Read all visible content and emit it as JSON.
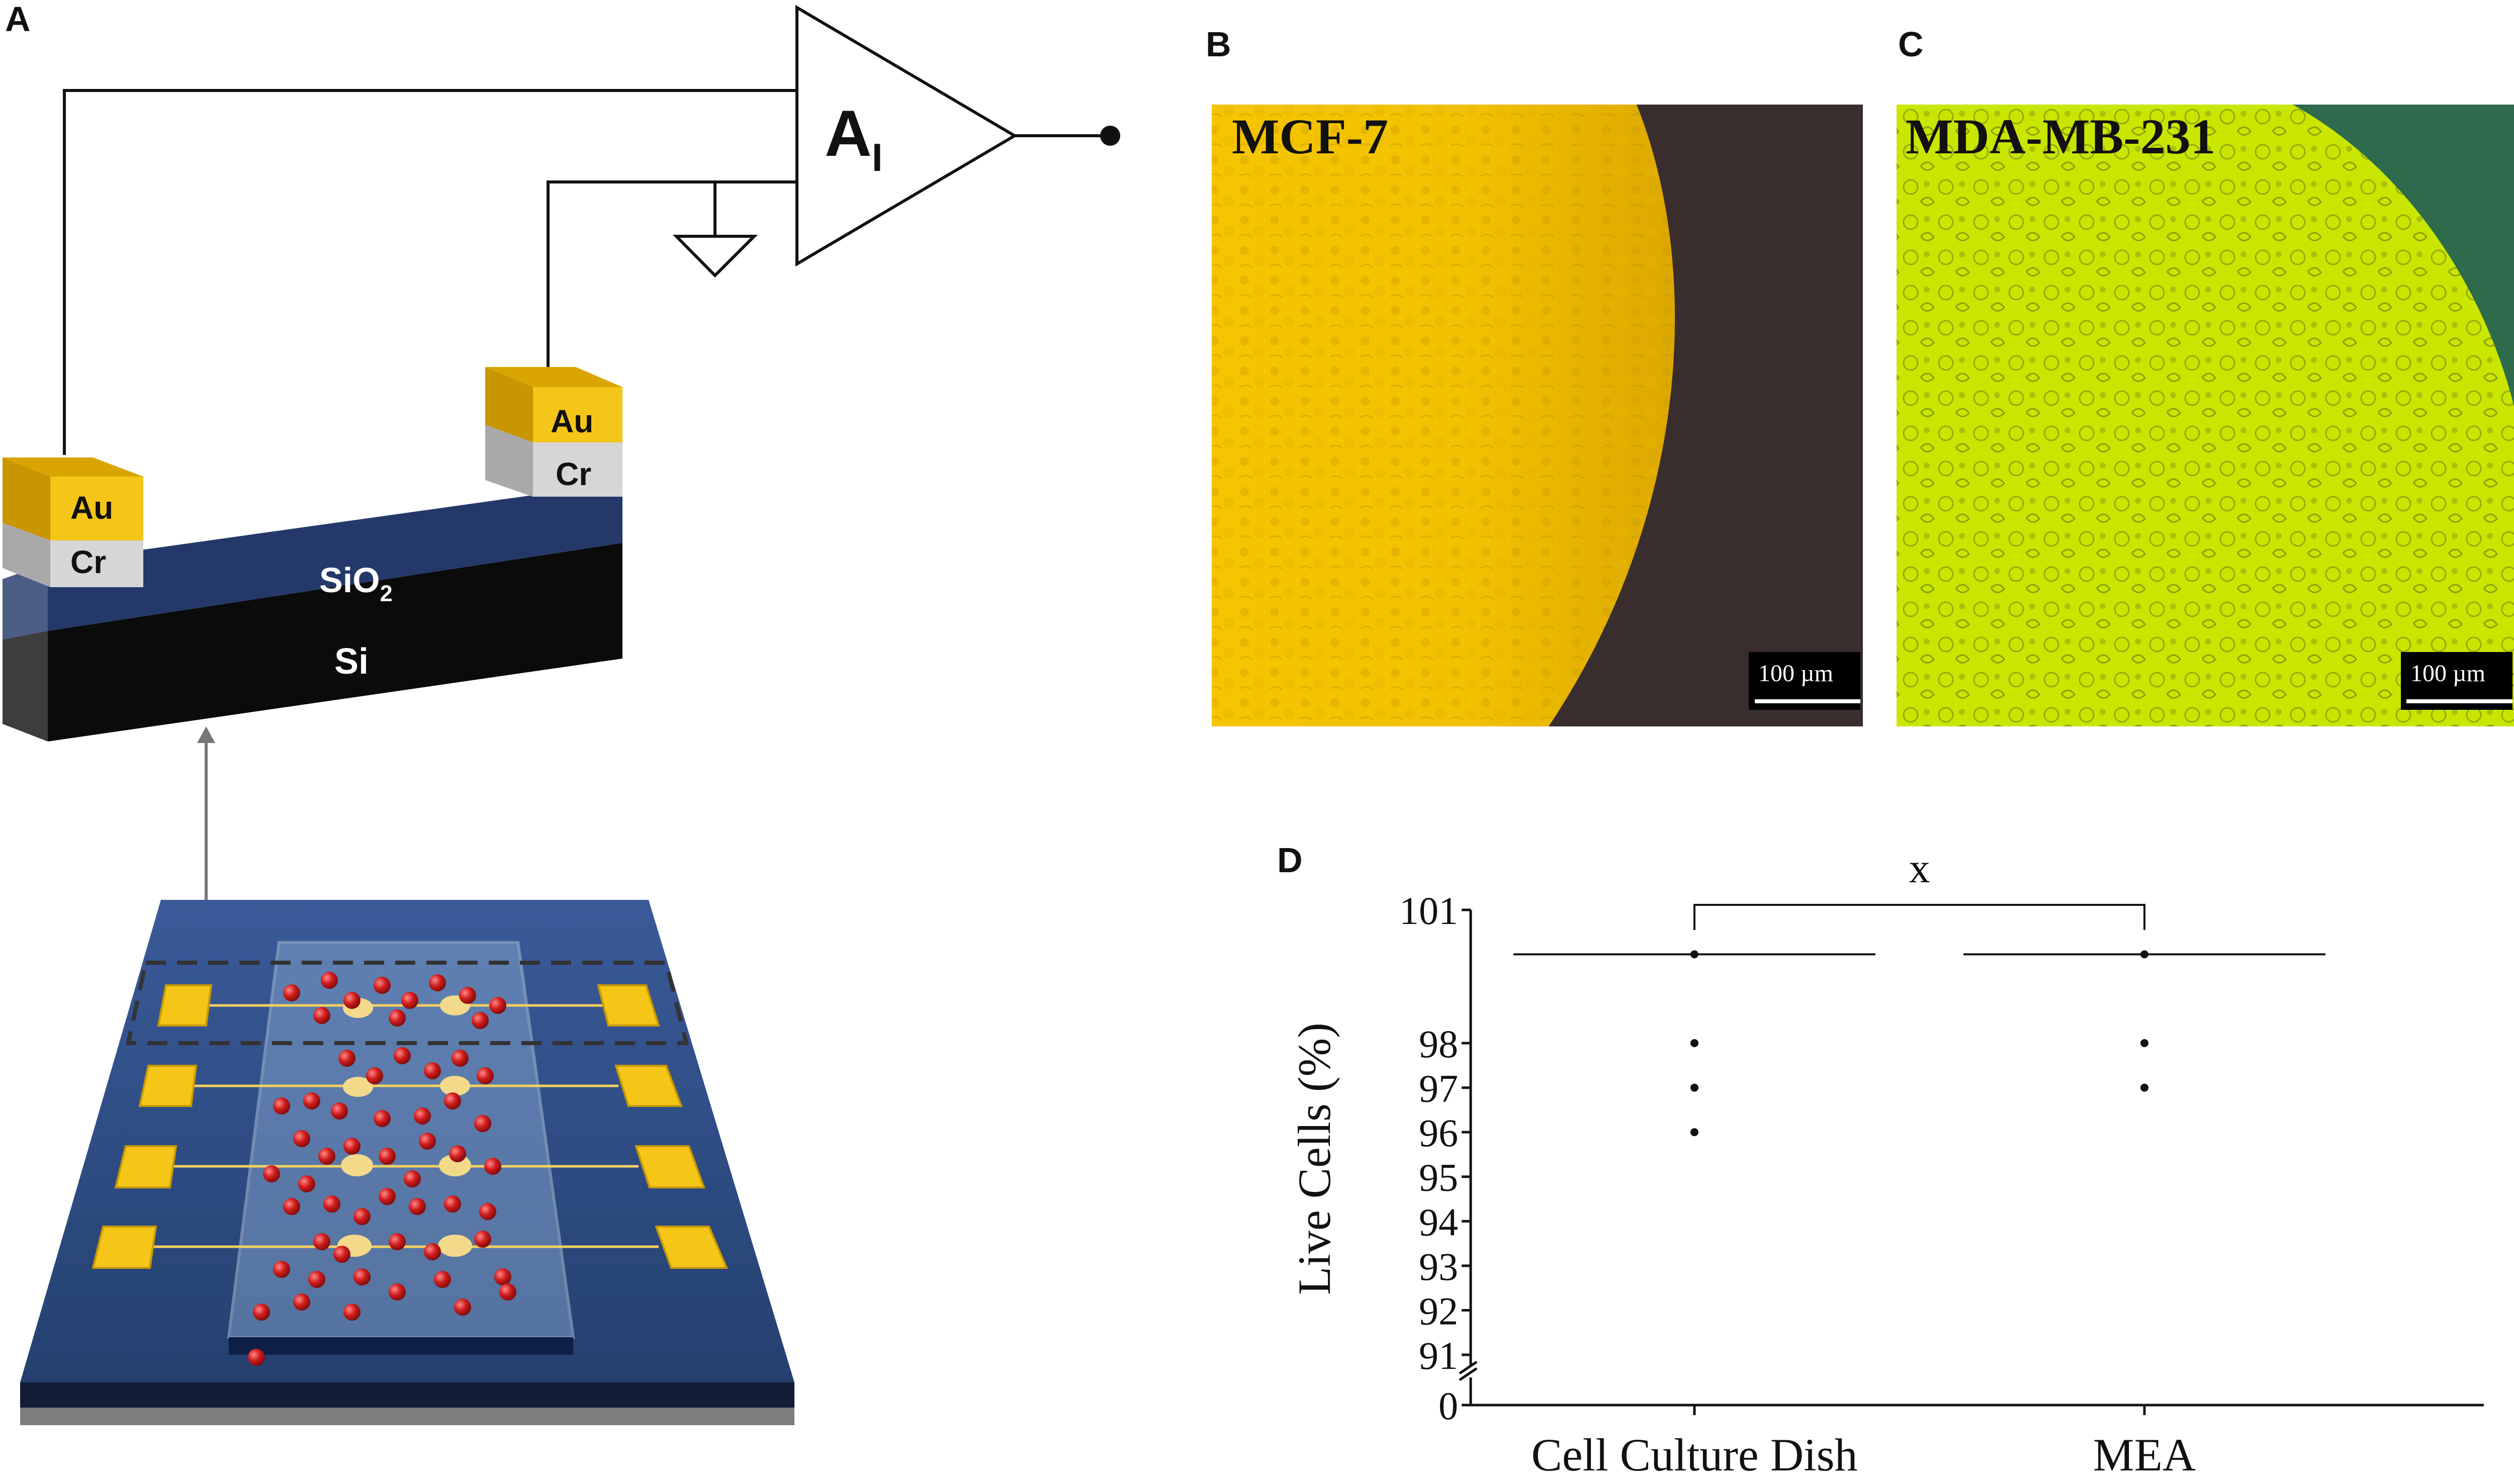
{
  "panels": {
    "a": {
      "label": "A",
      "amp_label": "A",
      "amp_sub": "I",
      "left_pad": {
        "top": "Au",
        "bottom": "Cr"
      },
      "right_pad": {
        "top": "Au",
        "bottom": "Cr"
      },
      "layer_oxide": "SiO",
      "layer_oxide_sub": "2",
      "layer_substrate": "Si"
    },
    "b": {
      "label": "B",
      "title": "MCF-7",
      "scale_bar": "100 µm"
    },
    "c": {
      "label": "C",
      "title": "MDA-MB-231",
      "scale_bar": "100 µm"
    },
    "d": {
      "label": "D"
    }
  },
  "colors": {
    "gold": "#f5c518",
    "gold_dark": "#c79a00",
    "chrome": "#d6d6d6",
    "oxide": "#1f3463",
    "silicon": "#0b0b0b",
    "chip": "#30508f",
    "cell": "#c41b1b",
    "mcf7": "#f3c300",
    "mda": "#c8e600"
  },
  "chart_data": {
    "type": "scatter",
    "ylabel": "Live Cells (%)",
    "categories": [
      "Cell Culture Dish",
      "MEA"
    ],
    "yticks": [
      0,
      91,
      92,
      93,
      94,
      95,
      96,
      97,
      98,
      101
    ],
    "axis_break": true,
    "significance_label": "x",
    "series": [
      {
        "category": "Cell Culture Dish",
        "values": [
          100,
          98,
          97,
          96
        ],
        "mean": 100
      },
      {
        "category": "MEA",
        "values": [
          100,
          98,
          97
        ],
        "mean": 100
      }
    ]
  }
}
